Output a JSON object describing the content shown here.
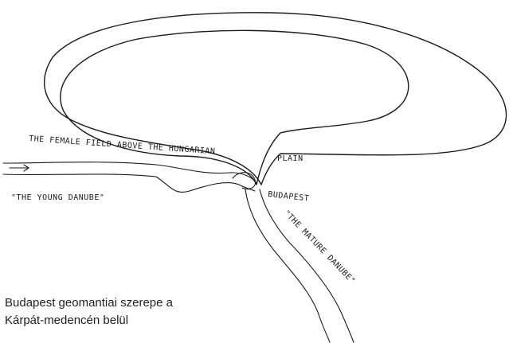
{
  "labels": {
    "field": "THE FEMALE FIELD ABOVE THE HUNGARIAN",
    "plain": "PLAIN",
    "young_danube": "\"THE YOUNG DANUBE\"",
    "budapest": "BUDAPEST",
    "mature_danube": "\"THE MATURE DANUBE\""
  },
  "caption": {
    "line1": "Budapest geomantiai szerepe a",
    "line2": "Kárpát-medencén belül"
  }
}
